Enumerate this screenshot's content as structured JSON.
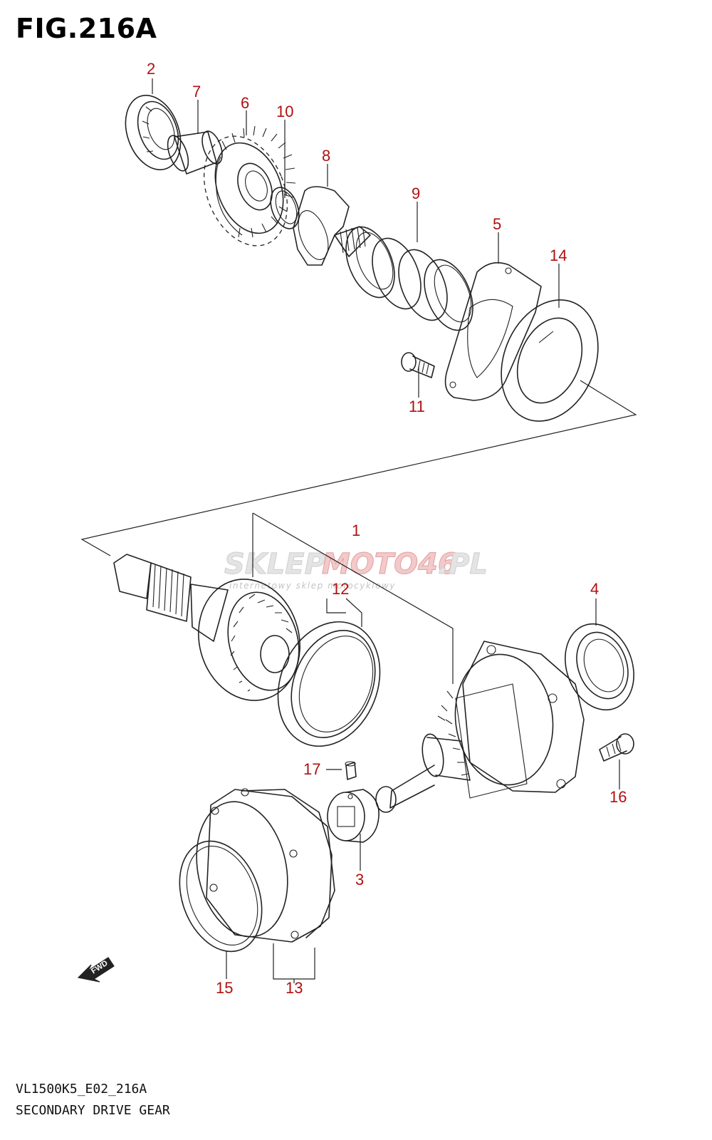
{
  "figure_title": "FIG.216A",
  "watermark": {
    "brand_part1": "SKLEP",
    "brand_part2": "MOTO46",
    "brand_part3": ".PL",
    "tagline": "internetowy sklep motocyklowy"
  },
  "fwd_label": "FWD",
  "footer": {
    "code": "VL1500K5_E02_216A",
    "name": "SECONDARY DRIVE GEAR"
  },
  "callouts": {
    "c1": "1",
    "c2": "2",
    "c3": "3",
    "c4": "4",
    "c5": "5",
    "c6": "6",
    "c7": "7",
    "c8": "8",
    "c9": "9",
    "c10": "10",
    "c11": "11",
    "c12": "12",
    "c13": "13",
    "c14": "14",
    "c15": "15",
    "c16": "16",
    "c17": "17"
  },
  "colors": {
    "callout": "#b01010",
    "line": "#222222"
  }
}
